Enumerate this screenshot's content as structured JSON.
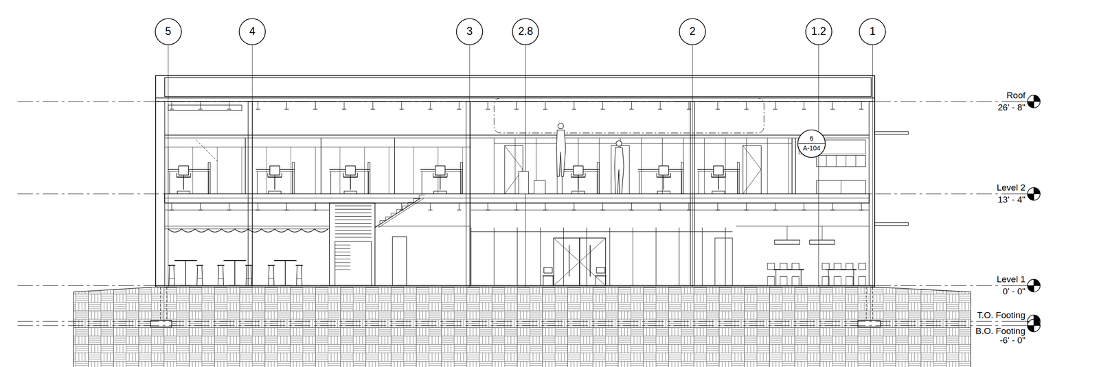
{
  "diagram": {
    "nodes": [
      {
        "text": [
          "5"
        ]
      },
      {
        "text": [
          "4"
        ]
      },
      {
        "text": [
          "3"
        ]
      },
      {
        "text": [
          "2.8"
        ]
      },
      {
        "text": [
          "2"
        ]
      },
      {
        "text": [
          "1.2"
        ]
      },
      {
        "text": [
          "1"
        ]
      },
      {
        "text": [
          "6",
          "A-104"
        ]
      }
    ],
    "labels": [
      "Roof",
      "26' - 8\"",
      "Level 2",
      "13' - 4\"",
      "Level 1",
      "0' - 0\"",
      "T.O. Footing",
      "B.O. Footing",
      "-6' - 0\""
    ]
  }
}
